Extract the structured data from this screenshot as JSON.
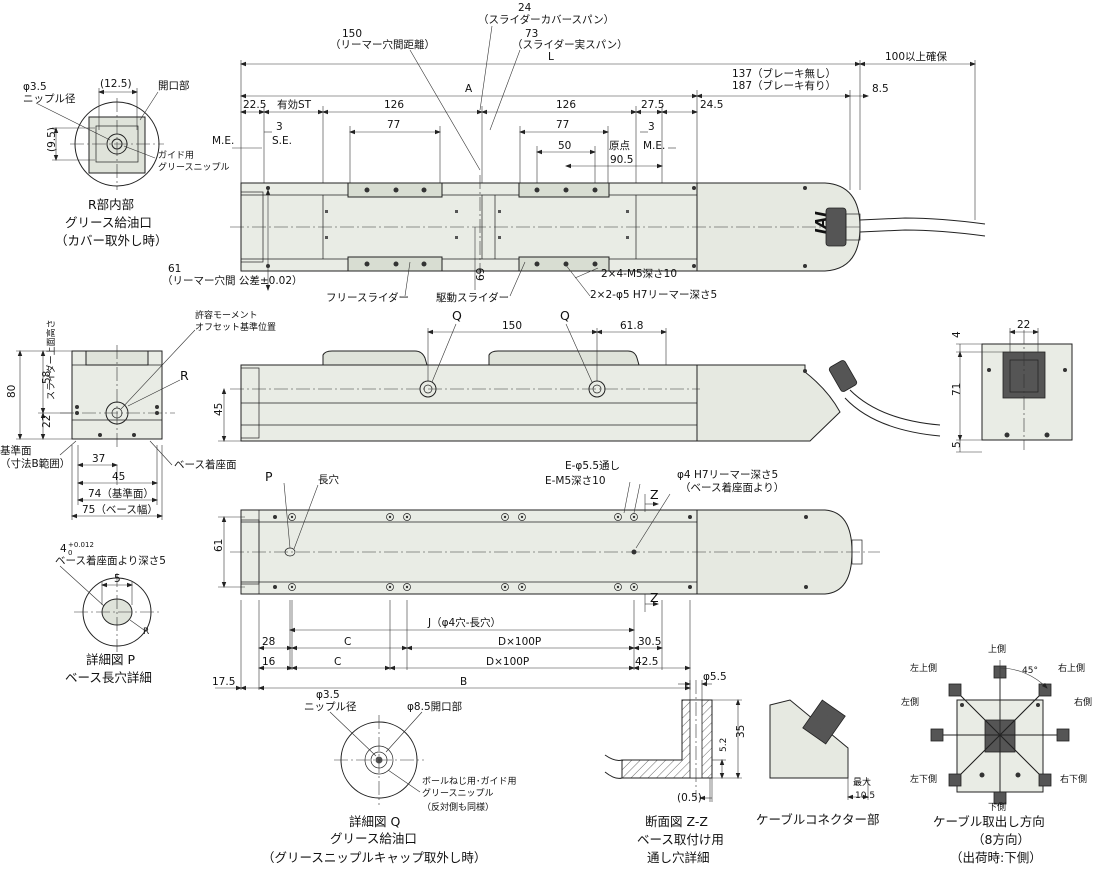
{
  "top_view": {
    "dim_24": "24",
    "dim_24_label": "（スライダーカバースパン）",
    "dim_150": "150",
    "dim_150_label": "（リーマー穴間距離）",
    "dim_73": "73",
    "dim_73_label": "（スライダー実スパン）",
    "dim_A": "A",
    "dim_L": "L",
    "dim_100": "100以上確保",
    "dim_137": "137（ブレーキ無し）",
    "dim_187": "187（ブレーキ有り）",
    "dim_8_5": "8.5",
    "dim_22_5": "22.5",
    "dim_st": "有効ST",
    "dim_126a": "126",
    "dim_126b": "126",
    "dim_27_5": "27.5",
    "dim_24_5": "24.5",
    "me_left": "M.E.",
    "me_right": "M.E.",
    "se": "S.E.",
    "dim_3a": "3",
    "dim_3b": "3",
    "dim_77a": "77",
    "dim_77b": "77",
    "dim_50": "50",
    "origin": "原点",
    "dim_90_5": "90.5",
    "dim_61": "61",
    "dim_61_label": "（リーマー穴間 公差±0.02）",
    "dim_69": "69",
    "free_slider": "フリースライダー",
    "drive_slider": "駆動スライダー",
    "callout_m5": "2×4-M5深さ10",
    "callout_phi5": "2×2-φ5 H7リーマー深さ5",
    "logo": "IAI"
  },
  "r_detail": {
    "phi35": "φ3.5",
    "phi35_label": "ニップル径",
    "dim_125": "(12.5)",
    "opening": "開口部",
    "dim_95": "(9.5)",
    "guide_1": "ガイド用",
    "guide_2": "グリースニップル",
    "title_1": "R部内部",
    "title_2": "グリース給油口",
    "title_3": "（カバー取外し時）"
  },
  "front_view": {
    "moment_1": "許容モーメント",
    "moment_2": "オフセット基準位置",
    "R": "R",
    "dim_80": "80",
    "dim_80_label": "スライダー上面高さ",
    "dim_58": "58",
    "dim_22": "22",
    "ref_1": "基準面",
    "ref_2": "（寸法B範囲）",
    "base_seat": "ベース着座面",
    "dim_37": "37",
    "dim_45": "45",
    "dim_74": "74（基準面）",
    "dim_75": "75（ベース幅）"
  },
  "side_view": {
    "Q1": "Q",
    "Q2": "Q",
    "dim_150": "150",
    "dim_61_8": "61.8",
    "dim_45": "45"
  },
  "end_view": {
    "dim_22": "22",
    "dim_4": "4",
    "dim_71": "71",
    "dim_5": "5"
  },
  "bottom_view": {
    "P": "P",
    "slot": "長穴",
    "e_phi55": "E-φ5.5通し",
    "e_m5": "E-M5深さ10",
    "phi4_1": "φ4 H7リーマー深さ5",
    "phi4_2": "（ベース着座面より）",
    "Z1": "Z",
    "Z2": "Z",
    "dim_61": "61",
    "dim_J": "J（φ4穴-長穴）",
    "dim_28": "28",
    "dim_C1": "C",
    "dim_D1": "D×100P",
    "dim_30_5": "30.5",
    "dim_16": "16",
    "dim_C2": "C",
    "dim_D2": "D×100P",
    "dim_42_5": "42.5",
    "dim_17_5": "17.5",
    "dim_B": "B"
  },
  "p_detail": {
    "tol_1": "4",
    "tol_sup": "+0.012",
    "tol_sub": "0",
    "tol_2": "ベース着座面より深さ5",
    "dim_5": "5",
    "R": "R",
    "title_1": "詳細図 P",
    "title_2": "ベース長穴詳細"
  },
  "q_detail": {
    "phi35": "φ3.5",
    "phi35_label": "ニップル径",
    "opening": "φ8.5開口部",
    "nipple_1": "ボールねじ用･ガイド用",
    "nipple_2": "グリースニップル",
    "nipple_3": "（反対側も同様）",
    "title_1": "詳細図 Q",
    "title_2": "グリース給油口",
    "title_3": "（グリースニップルキャップ取外し時）"
  },
  "zz_detail": {
    "phi55": "φ5.5",
    "dim_35": "35",
    "dim_52": "5.2",
    "dim_05": "(0.5)",
    "title_1": "断面図 Z-Z",
    "title_2": "ベース取付け用",
    "title_3": "通し穴詳細"
  },
  "connector": {
    "max_1": "最大",
    "max_2": "10.5",
    "title": "ケーブルコネクター部"
  },
  "cable_dir": {
    "top": "上側",
    "top_left": "左上側",
    "top_right": "右上側",
    "left": "左側",
    "right": "右側",
    "bottom_left": "左下側",
    "bottom": "下側",
    "bottom_right": "右下側",
    "angle": "45°",
    "title_1": "ケーブル取出し方向",
    "title_2": "（8方向）",
    "title_3": "（出荷時:下側）"
  }
}
